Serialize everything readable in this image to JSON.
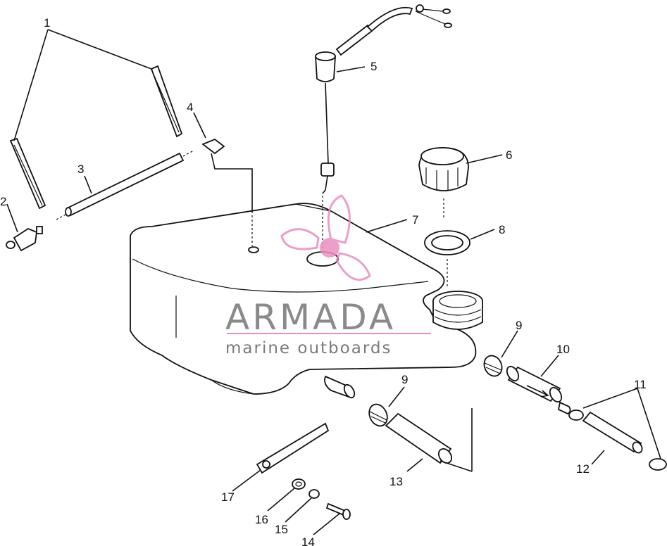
{
  "watermark": {
    "title": "ARMADA",
    "subtitle": "marine outboards",
    "accent_color": "#e88fc0",
    "text_color": "#8a8a8a"
  },
  "callouts": [
    {
      "id": "1",
      "label": "1"
    },
    {
      "id": "2",
      "label": "2"
    },
    {
      "id": "3",
      "label": "3"
    },
    {
      "id": "4",
      "label": "4"
    },
    {
      "id": "5",
      "label": "5"
    },
    {
      "id": "6",
      "label": "6"
    },
    {
      "id": "7",
      "label": "7"
    },
    {
      "id": "8",
      "label": "8"
    },
    {
      "id": "9a",
      "label": "9"
    },
    {
      "id": "9b",
      "label": "9"
    },
    {
      "id": "10",
      "label": "10"
    },
    {
      "id": "11",
      "label": "11"
    },
    {
      "id": "12",
      "label": "12"
    },
    {
      "id": "13",
      "label": "13"
    },
    {
      "id": "14",
      "label": "14"
    },
    {
      "id": "15",
      "label": "15"
    },
    {
      "id": "16",
      "label": "16"
    },
    {
      "id": "17",
      "label": "17"
    }
  ]
}
